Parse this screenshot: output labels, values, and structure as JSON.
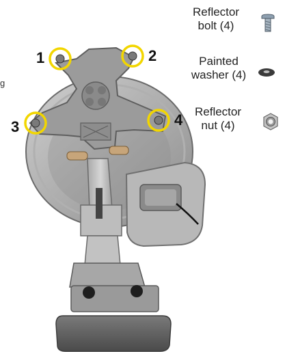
{
  "callouts": [
    {
      "number": "1"
    },
    {
      "number": "2"
    },
    {
      "number": "3"
    },
    {
      "number": "4"
    }
  ],
  "legend": {
    "reflector_bolt": {
      "line1": "Reflector",
      "line2": "bolt (4)",
      "icon": "bolt-icon"
    },
    "painted_washer": {
      "line1": "Painted",
      "line2": "washer (4)",
      "icon": "washer-icon"
    },
    "reflector_nut": {
      "line1": "Reflector",
      "line2": "nut (4)",
      "icon": "nut-icon"
    }
  },
  "edge_text": "g",
  "colors": {
    "highlight_ring": "#f2d600",
    "metal_dark": "#6e6e6e",
    "metal_mid": "#9a9a9a",
    "metal_light": "#c9c9c9",
    "text": "#111111"
  }
}
